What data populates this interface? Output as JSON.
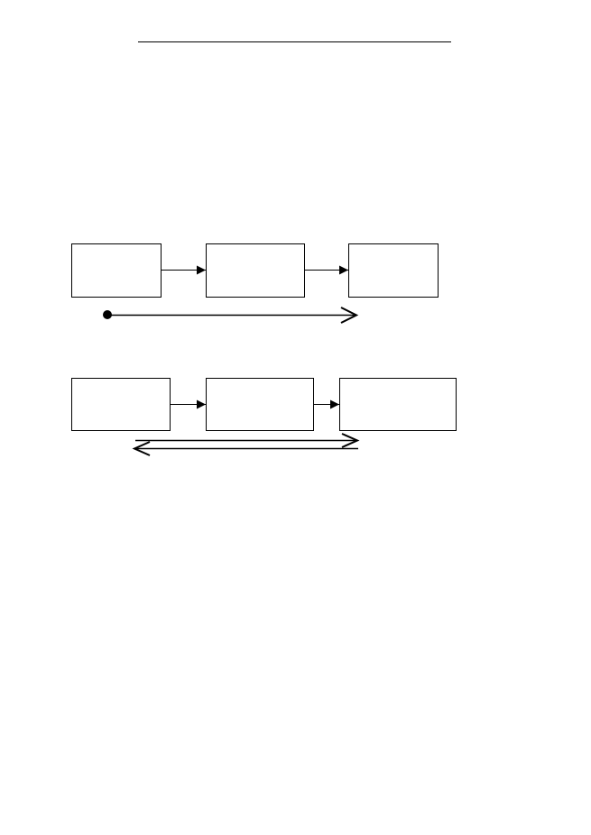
{
  "page": {
    "background": "#ffffff",
    "stroke_color": "#000000"
  },
  "header": {
    "rule": "horizontal-line"
  },
  "diagram_top": {
    "boxes": [
      {
        "label": ""
      },
      {
        "label": ""
      },
      {
        "label": ""
      }
    ],
    "connectors": [
      "box1-to-box2",
      "box2-to-box3"
    ],
    "timeline": {
      "start_marker": "filled-dot",
      "end_marker": "open-arrowhead",
      "direction": "forward"
    }
  },
  "diagram_bottom": {
    "boxes": [
      {
        "label": ""
      },
      {
        "label": ""
      },
      {
        "label": ""
      }
    ],
    "connectors": [
      "box1-to-box2",
      "box2-to-box3"
    ],
    "timeline": {
      "type": "bidirectional",
      "forward_end": "open-arrowhead",
      "backward_end": "open-arrowhead"
    }
  }
}
